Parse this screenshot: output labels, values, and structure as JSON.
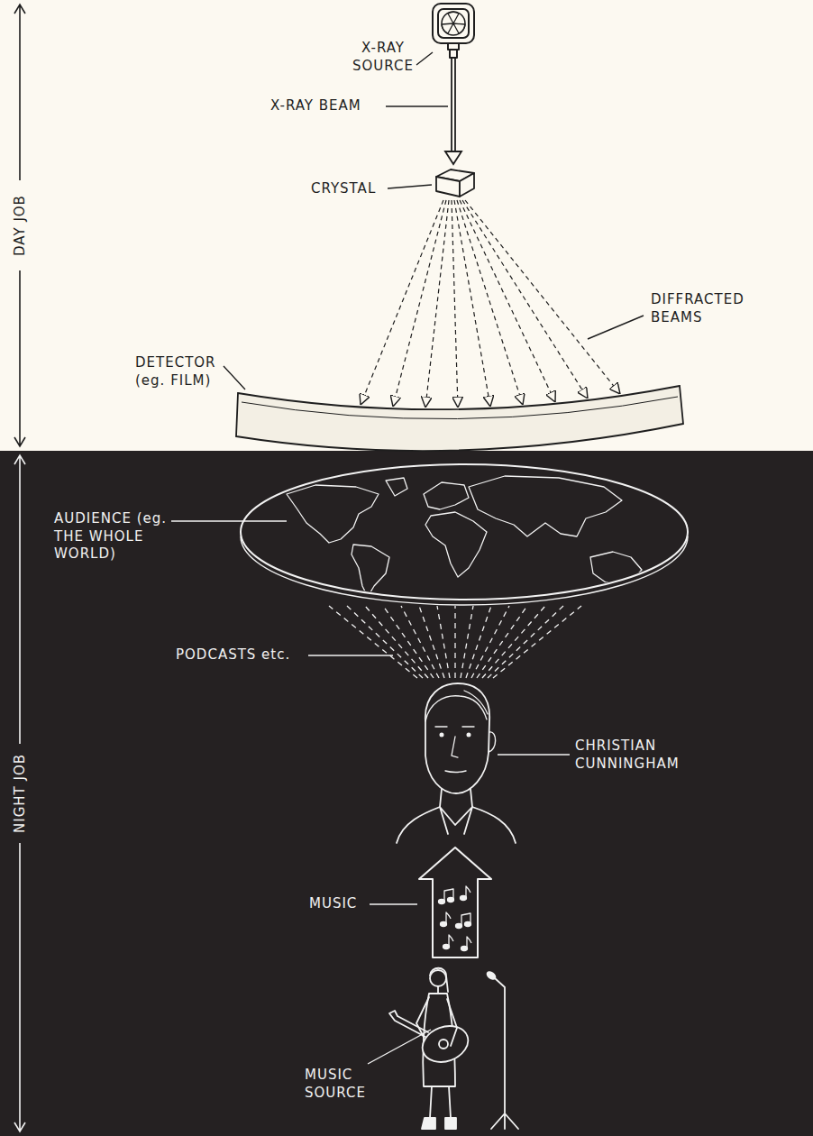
{
  "diagram": {
    "nodes": [
      {
        "text": [
          "DAY JOB"
        ]
      },
      {
        "text": [
          "NIGHT JOB"
        ]
      }
    ],
    "labels": [
      "X-RAY SOURCE",
      "X-RAY BEAM",
      "CRYSTAL",
      "DIFFRACTED BEAMS",
      "DETECTOR (eg. FILM)",
      "AUDIENCE (eg. THE WHOLE WORLD)",
      "PODCASTS etc.",
      "CHRISTIAN CUNNINGHAM",
      "MUSIC",
      "MUSIC SOURCE"
    ]
  }
}
